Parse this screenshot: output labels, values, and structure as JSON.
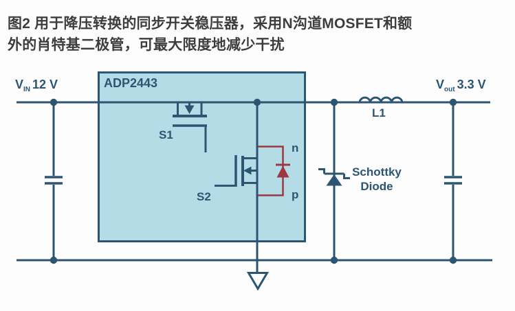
{
  "caption": {
    "line1": "图2  用于降压转换的同步开关稳压器，采用N沟道MOSFET和额",
    "line2": "外的肖特基二极管，可最大限度地减少干扰"
  },
  "circuit": {
    "chip_name": "ADP2443",
    "vin": {
      "symbol": "V",
      "subscript": "IN",
      "value": "12 V"
    },
    "vout": {
      "symbol": "V",
      "subscript": "out",
      "value": "3.3 V"
    },
    "high_side_switch": "S1",
    "low_side_switch": "S2",
    "body_diode": {
      "cathode_label": "n",
      "anode_label": "p"
    },
    "inductor_label": "L1",
    "schottky_line1": "Schottky",
    "schottky_line2": "Diode"
  },
  "colors": {
    "wire_blue": "#2c5572",
    "chip_fill": "#b3dce6",
    "diode_red": "#9e3742",
    "caption_text": "#3d3d3d",
    "background": "#fdfdfd"
  }
}
